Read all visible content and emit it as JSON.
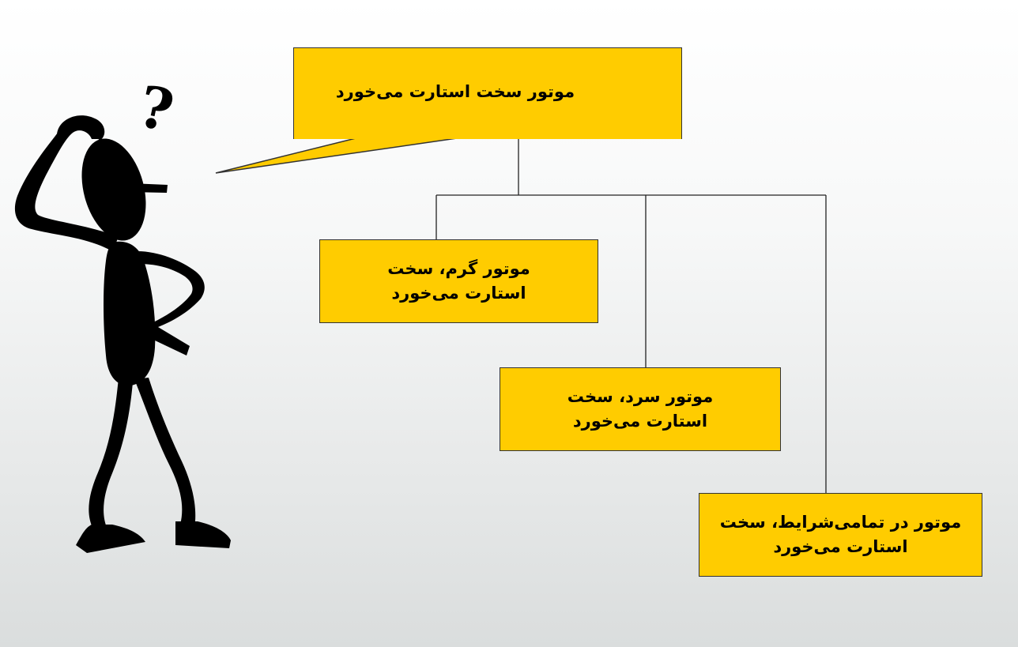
{
  "diagram": {
    "root": {
      "label": "موتور سخت استارت می‌خورد"
    },
    "branches": [
      {
        "label": "موتور گرم، سخت استارت می‌خورد"
      },
      {
        "label": "موتور سرد، سخت استارت می‌خورد"
      },
      {
        "label": "موتور در تمامی‌شرایط، سخت استارت می‌خورد"
      }
    ],
    "figure": {
      "thought_symbol": "?"
    }
  },
  "colors": {
    "box_fill": "#ffcc00",
    "box_border": "#333333",
    "connector": "#222222",
    "figure": "#000000"
  },
  "icons": {
    "figure": "confused-stick-figure-icon",
    "question_mark": "question-mark-icon"
  }
}
